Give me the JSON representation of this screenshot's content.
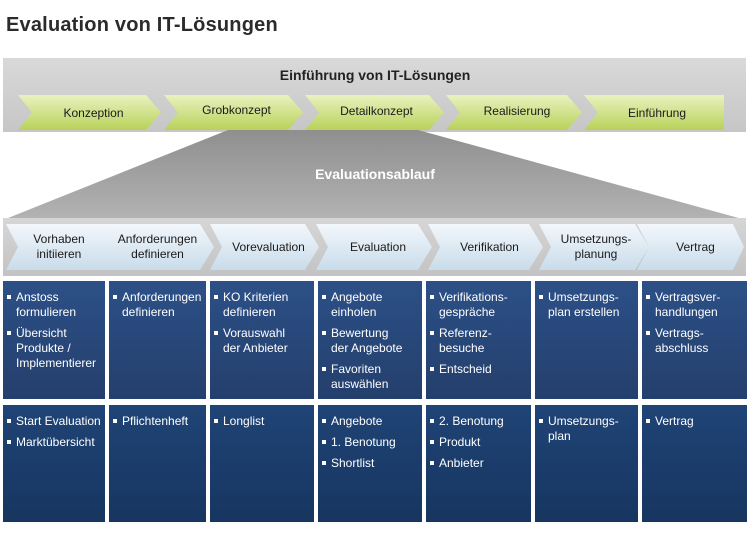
{
  "title": "Evaluation von IT-Lösungen",
  "top_band": {
    "title": "Einführung von IT-Lösungen",
    "phases": [
      "Konzeption",
      "Grobkonzept",
      "Detailkonzept",
      "Realisierung",
      "Einführung"
    ]
  },
  "funnel_title": "Evaluationsablauf",
  "steps": [
    "Vorhaben\ninitiieren",
    "Anforderungen\ndefinieren",
    "Vorevaluation",
    "Evaluation",
    "Verifikation",
    "Umsetzungs-\nplanung",
    "Vertrag"
  ],
  "activities": [
    [
      "Anstoss\nformulieren",
      "Übersicht\nProdukte /\nImplementierer"
    ],
    [
      "Anforderungen\ndefinieren"
    ],
    [
      "KO Kriterien\ndefinieren",
      "Vorauswahl\nder Anbieter"
    ],
    [
      "Angebote\neinholen",
      "Bewertung\nder Angebote",
      "Favoriten\nauswählen"
    ],
    [
      "Verifikations-\ngespräche",
      "Referenz-\nbesuche",
      "Entscheid"
    ],
    [
      "Umsetzungs-\nplan erstellen"
    ],
    [
      "Vertragsver-\nhandlungen",
      "Vertrags-\nabschluss"
    ]
  ],
  "results": [
    [
      "Start Evaluation",
      "Marktübersicht"
    ],
    [
      "Pflichtenheft"
    ],
    [
      "Longlist"
    ],
    [
      "Angebote",
      "1. Benotung",
      "Shortlist"
    ],
    [
      "2. Benotung",
      "Produkt",
      "Anbieter"
    ],
    [
      "Umsetzungs-\nplan"
    ],
    [
      "Vertrag"
    ]
  ],
  "colors": {
    "phase_green": "#b9d25a",
    "column_blue": "#2c5087",
    "band_grey": "#c6c6c6"
  }
}
